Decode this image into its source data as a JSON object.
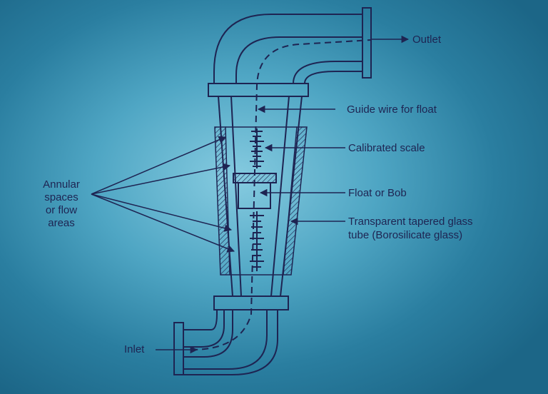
{
  "labels": {
    "outlet": "Outlet",
    "guide_wire": "Guide wire for float",
    "calibrated_scale": "Calibrated scale",
    "float_bob": "Float or Bob",
    "tube_line1": "Transparent tapered glass",
    "tube_line2": "tube (Borosilicate glass)",
    "annular": [
      "Annular",
      "spaces",
      "or flow",
      "areas"
    ],
    "inlet": "Inlet"
  },
  "colors": {
    "ink": "#1e2452",
    "background_light": "#86cbe0",
    "background_dark": "#1c6687"
  },
  "icons": {
    "hatching": "diagonal-hatch-pattern",
    "arrows": "arrowhead"
  }
}
